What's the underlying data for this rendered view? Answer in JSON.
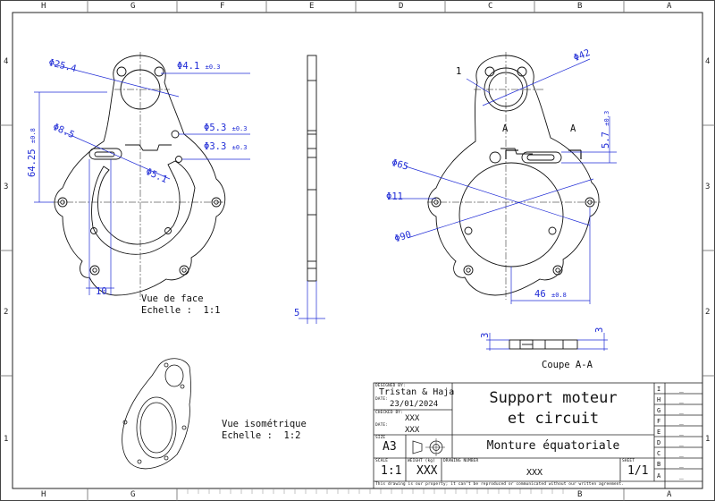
{
  "zones": {
    "cols": [
      "H",
      "G",
      "F",
      "E",
      "D",
      "C",
      "B",
      "A"
    ],
    "rows": [
      "4",
      "3",
      "2",
      "1"
    ]
  },
  "front_view": {
    "label_line1": "Vue de face",
    "label_line2": "Echelle :  1:1",
    "dims": {
      "d25": "Φ25.4",
      "d4": "Φ4.1",
      "d4_tol": "±0.3",
      "d53": "Φ5.3",
      "d53_tol": "±0.3",
      "d33": "Φ3.3",
      "d33_tol": "±0.3",
      "d85": "Φ8.5",
      "d51": "Φ5.1",
      "h6425": "64.25",
      "h6425_tol": "±0.8",
      "w10": "10"
    }
  },
  "side_view": {
    "thickness": "5"
  },
  "right_view": {
    "callout": "1",
    "sec_a_left": "A",
    "sec_a_right": "A",
    "dims": {
      "d42": "Φ42",
      "d65": "Φ65",
      "d11": "Φ11",
      "d90": "Φ90",
      "v57": "5.7",
      "v57_tol": "±0.3",
      "w46": "46",
      "w46_tol": "±0.8"
    }
  },
  "section": {
    "label": "Coupe A-A",
    "dim_left": "3",
    "dim_right": "3"
  },
  "iso": {
    "label_line1": "Vue isométrique",
    "label_line2": "Echelle :  1:2"
  },
  "title_block": {
    "designed_by_label": "DESIGNED BY:",
    "designed_by": "Tristan & Haja",
    "date_label": "DATE:",
    "date": "23/01/2024",
    "checked_by_label": "CHECKED BY:",
    "checked_by": "XXX",
    "date2_label": "DATE:",
    "date2": "XXX",
    "title_line1": "Support moteur",
    "title_line2": "et circuit",
    "size_label": "SIZE",
    "size": "A3",
    "subtitle": "Monture équatoriale",
    "scale_label": "SCALE",
    "scale": "1:1",
    "weight_label": "WEIGHT (kg)",
    "weight": "XXX",
    "drawing_number_label": "DRAWING NUMBER",
    "drawing_number": "XXX",
    "sheet_label": "SHEET",
    "sheet": "1/1",
    "disclaimer": "This drawing is our property; it can't be reproduced or communicated without our written agreement.",
    "revisions": [
      {
        "letter": "I",
        "value": "_"
      },
      {
        "letter": "H",
        "value": "_"
      },
      {
        "letter": "G",
        "value": "_"
      },
      {
        "letter": "F",
        "value": "_"
      },
      {
        "letter": "E",
        "value": "_"
      },
      {
        "letter": "D",
        "value": "_"
      },
      {
        "letter": "C",
        "value": "_"
      },
      {
        "letter": "B",
        "value": "_"
      },
      {
        "letter": "A",
        "value": "_"
      }
    ]
  },
  "colors": {
    "dimension": "#1f2bd6",
    "line": "#111111"
  }
}
